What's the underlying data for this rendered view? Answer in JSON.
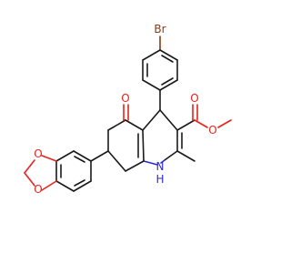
{
  "molecule": {
    "atom_labels": {
      "br": "Br",
      "o_ketone": "O",
      "o_ester_carbonyl": "O",
      "o_ester_ether": "O",
      "o_dioxole_top": "O",
      "o_dioxole_bottom": "O",
      "n": "N",
      "h": "H"
    }
  }
}
